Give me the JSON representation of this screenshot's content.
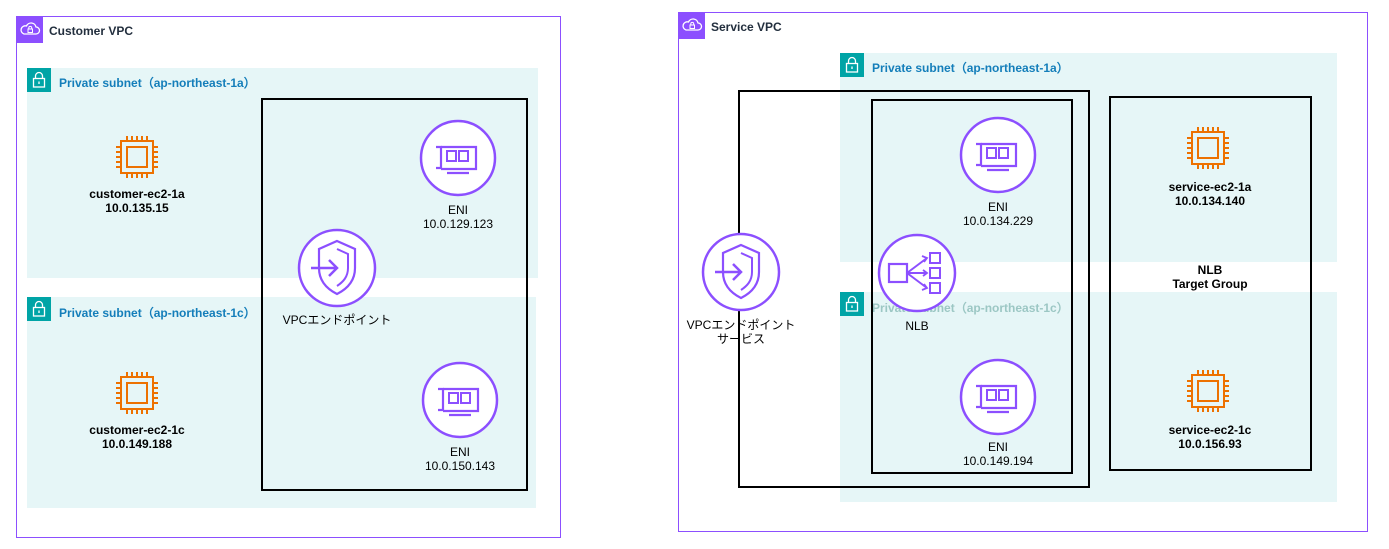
{
  "customer_vpc": {
    "title": "Customer VPC",
    "subnet_a": {
      "title": "Private subnet（ap-northeast-1a）"
    },
    "subnet_c": {
      "title": "Private subnet（ap-northeast-1c）"
    },
    "ec2_a": {
      "name": "customer-ec2-1a",
      "ip": "10.0.135.15"
    },
    "ec2_c": {
      "name": "customer-ec2-1c",
      "ip": "10.0.149.188"
    },
    "eni_a": {
      "name": "ENI",
      "ip": "10.0.129.123"
    },
    "eni_c": {
      "name": "ENI",
      "ip": "10.0.150.143"
    },
    "endpoint": {
      "label": "VPCエンドポイント"
    }
  },
  "service_vpc": {
    "title": "Service VPC",
    "subnet_a": {
      "title": "Private subnet（ap-northeast-1a）"
    },
    "subnet_c": {
      "title": "Private subnet（ap-northeast-1c）"
    },
    "endpoint_service": {
      "line1": "VPCエンドポイント",
      "line2": "サービス"
    },
    "eni_a": {
      "name": "ENI",
      "ip": "10.0.134.229"
    },
    "eni_c": {
      "name": "ENI",
      "ip": "10.0.149.194"
    },
    "nlb": {
      "label": "NLB"
    },
    "target_group": {
      "line1": "NLB",
      "line2": "Target Group"
    },
    "ec2_a": {
      "name": "service-ec2-1a",
      "ip": "10.0.134.140"
    },
    "ec2_c": {
      "name": "service-ec2-1c",
      "ip": "10.0.156.93"
    }
  },
  "colors": {
    "vpc_border": "#8c4fff",
    "subnet_fill": "#e6f6f7",
    "subnet_icon": "#00a4a6",
    "subnet_title": "#147eba",
    "ec2_orange": "#ed7100",
    "purple": "#8c4fff"
  },
  "icons": {
    "vpc": "cloud-lock-icon",
    "subnet": "padlock-icon",
    "ec2": "chip-icon",
    "eni": "network-card-icon",
    "endpoint": "shield-arrow-icon",
    "nlb": "load-balancer-icon"
  }
}
